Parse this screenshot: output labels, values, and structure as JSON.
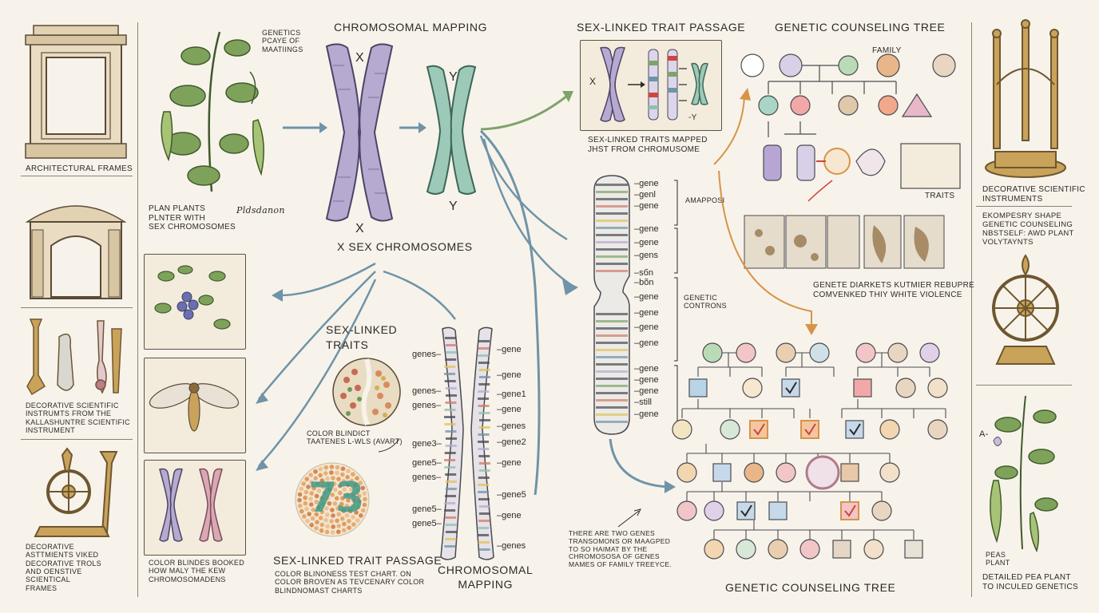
{
  "left_column": {
    "architectural_frames": "ARCHITECTURAL FRAMES",
    "instruments_caption": "DECORATIVE SCIENTIFIC\nINSTRUMTS FROM THE\nKALLASHUNTRE SCIENTIFIC\nINSTRUMENT",
    "bottom_caption": "DECORATIVE\nASTTMIENTS VIKED\nDECORATIVE TROLS\nAND OENSTIVE\nSCIENTICAL\nFRAMES"
  },
  "pea_plant": {
    "note": "GENETICS\nPCAYE OF\nMAATIINGS",
    "caption": "PLAN PLANTS\nPLNTER WITH\nSEX CHROMOSOMES",
    "signature": "Pldsdanon"
  },
  "chromosomal_mapping": {
    "title": "CHROMOSOMAL MAPPING",
    "x_label": "X",
    "y_label": "Y",
    "y_label_bottom": "Y",
    "x_label_bottom": "X",
    "caption": "X SEX CHROMOSOMES"
  },
  "sex_linked_trait_passage_top": {
    "title": "SEX-LINKED TRAIT PASSAGE",
    "x": "X",
    "y": "-Y",
    "caption": "SEX-LINKED TRAITS MAPPED\nJHST FROM CHROMUSOME"
  },
  "left_panels": {
    "caption": "COLOR BLINDES BOOKED\nHOW MALY THE KEW\nCHROMOSOMADENS"
  },
  "sex_linked_traits": {
    "title": "SEX-LINKED\nTRAITS",
    "color_blind_caption": "COLOR BLINDICT\nTAATENES L-WLS (AVART)",
    "plate_number": "73",
    "passage_title": "SEX-LINKED TRAIT PASSAGE",
    "passage_caption": "COLOR BLINONESS TEST CHART. ON\nCOLOR BROVEN AS TEVCENARY COLOR\nBLINDNOMAST CHARTS"
  },
  "central_chromosome": {
    "title": "CHROMOSOMAL\nMAPPING",
    "left_labels": [
      "genes",
      "genes",
      "genes",
      "gene3",
      "gene5",
      "genes",
      "gene5",
      "gene5"
    ],
    "right_labels": [
      "gene",
      "gene",
      "gene1",
      "gene",
      "genes",
      "gene2",
      "gene",
      "gene5",
      "gene",
      "genes"
    ]
  },
  "tall_chromosome": {
    "labels": [
      "gene",
      "genl",
      "gene",
      "gene",
      "gene",
      "gens",
      "sбn",
      "bõn",
      "gene",
      "gene",
      "gene",
      "gene",
      "gene",
      "gene",
      "gene",
      "still",
      "gene"
    ],
    "note_top": "AMAPPOSI",
    "note_mid": "GENETIC\nCONTRONS"
  },
  "genetic_counseling_top": {
    "title": "GENETIC COUNSELING TREE",
    "family": "FAMILY",
    "traits": "TRAITS",
    "caption": "GENETE DIARKETS KUTMIER REBUPRE\nCOMVENKED THIY WHITE VIOLENCE"
  },
  "genetic_counseling_bottom": {
    "title": "GENETIC COUNSELING TREE",
    "note": "THERE ARE TWO GENES\nTRANSOMONS OR MAAGPED\nTO SO HAIMAT BY THE\nCHROMOSOSA OF GENES\nMAMES OF FAMILY TREEYCE."
  },
  "right_column": {
    "instruments": "DECORATIVE SCIENTIFIC\nINSTRUMENTS",
    "counseling_note": "EKOMPESRY SHAPE\nGENETIC COUNSELING\nNBSTSELF: AWD PLANT\nVOLYTAYNTS",
    "pea_label": "PEAS\nPLANT",
    "a_label": "A-",
    "pea_caption": "DETAILED PEA PLANT\nTO INCULED GENETICS"
  },
  "colors": {
    "paper": "#f7f3ea",
    "ink": "#2d2a26",
    "arrow_blue": "#6f93a8",
    "arrow_orange": "#d8934a",
    "arrow_green": "#7ea36a",
    "x_chrom": "#a89ac2",
    "y_chrom": "#8fbfb0",
    "check_red": "#d0453a"
  }
}
